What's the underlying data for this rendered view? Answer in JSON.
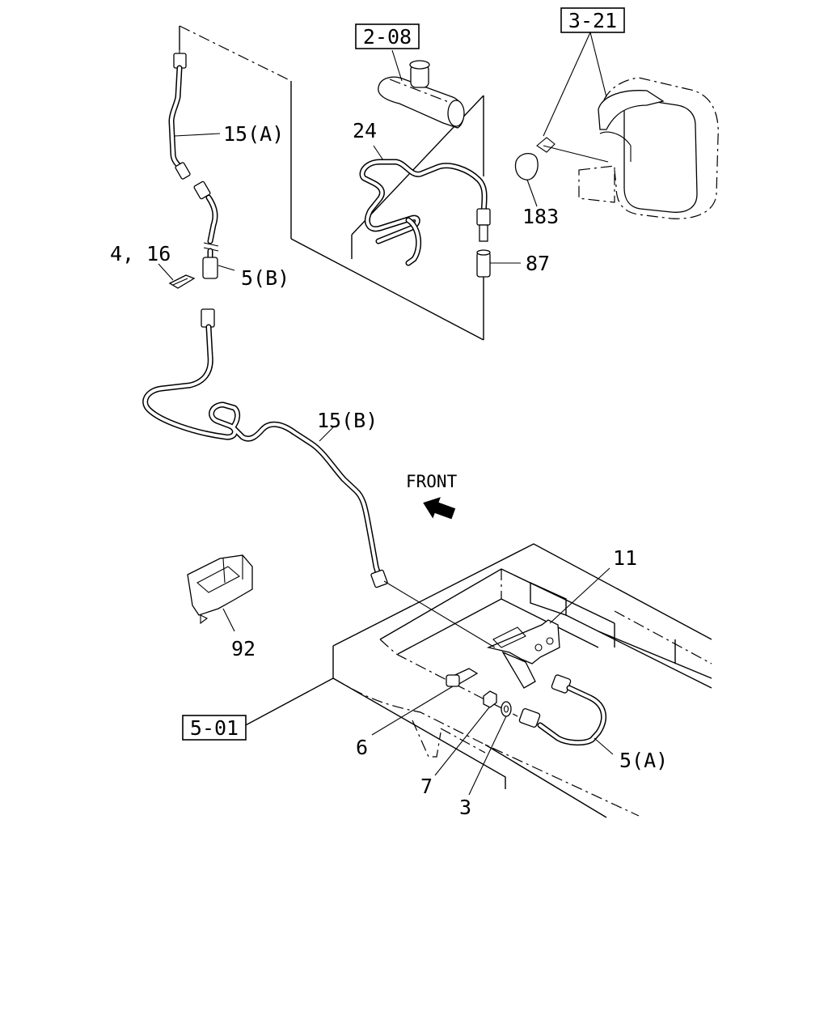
{
  "diagram": {
    "ref_boxes": {
      "ref_2_08": "2-08",
      "ref_3_21": "3-21",
      "ref_5_01": "5-01"
    },
    "callouts": {
      "part_15a": "15(A)",
      "part_15b": "15(B)",
      "part_24": "24",
      "part_183": "183",
      "part_87": "87",
      "part_4_16": "4, 16",
      "part_5b": "5(B)",
      "part_11": "11",
      "part_92": "92",
      "part_6": "6",
      "part_7": "7",
      "part_3": "3",
      "part_5a": "5(A)"
    },
    "direction_label": "FRONT"
  }
}
